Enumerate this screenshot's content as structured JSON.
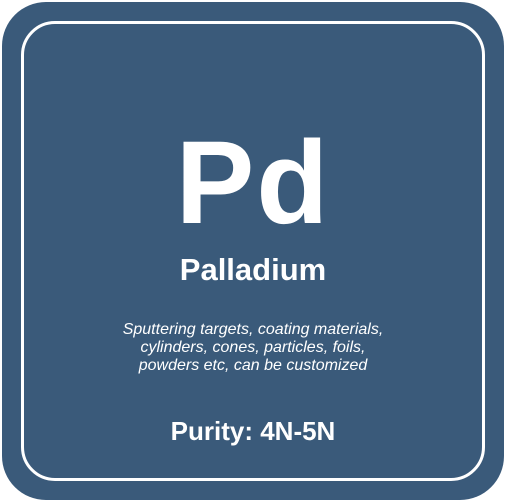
{
  "tile": {
    "background_color": "#3a5a7a",
    "border_color": "#ffffff",
    "symbol": "Pd",
    "name": "Palladium",
    "description_lines": [
      "Sputtering targets, coating materials,",
      "cylinders, cones, particles, foils,",
      "powders etc, can be customized"
    ],
    "purity": "Purity: 4N-5N"
  }
}
